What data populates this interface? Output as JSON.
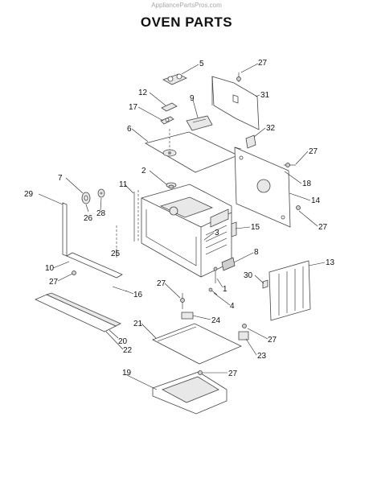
{
  "watermark": "AppliancePartsPros.com",
  "title": "OVEN PARTS",
  "callouts": {
    "c5": "5",
    "c27a": "27",
    "c12": "12",
    "c31": "31",
    "c9": "9",
    "c17": "17",
    "c6": "6",
    "c32": "32",
    "c27b": "27",
    "c2": "2",
    "c7": "7",
    "c11": "11",
    "c18": "18",
    "c29": "29",
    "c14": "14",
    "c26": "26",
    "c28": "28",
    "c15": "15",
    "c27c": "27",
    "c3": "3",
    "c25": "25",
    "c8": "8",
    "c13": "13",
    "c10": "10",
    "c27d": "27",
    "c30": "30",
    "c1": "1",
    "c16": "16",
    "c27e": "27",
    "c4": "4",
    "c24": "24",
    "c21": "21",
    "c27f": "27",
    "c20": "20",
    "c22": "22",
    "c23": "23",
    "c19": "19",
    "c27g": "27"
  }
}
